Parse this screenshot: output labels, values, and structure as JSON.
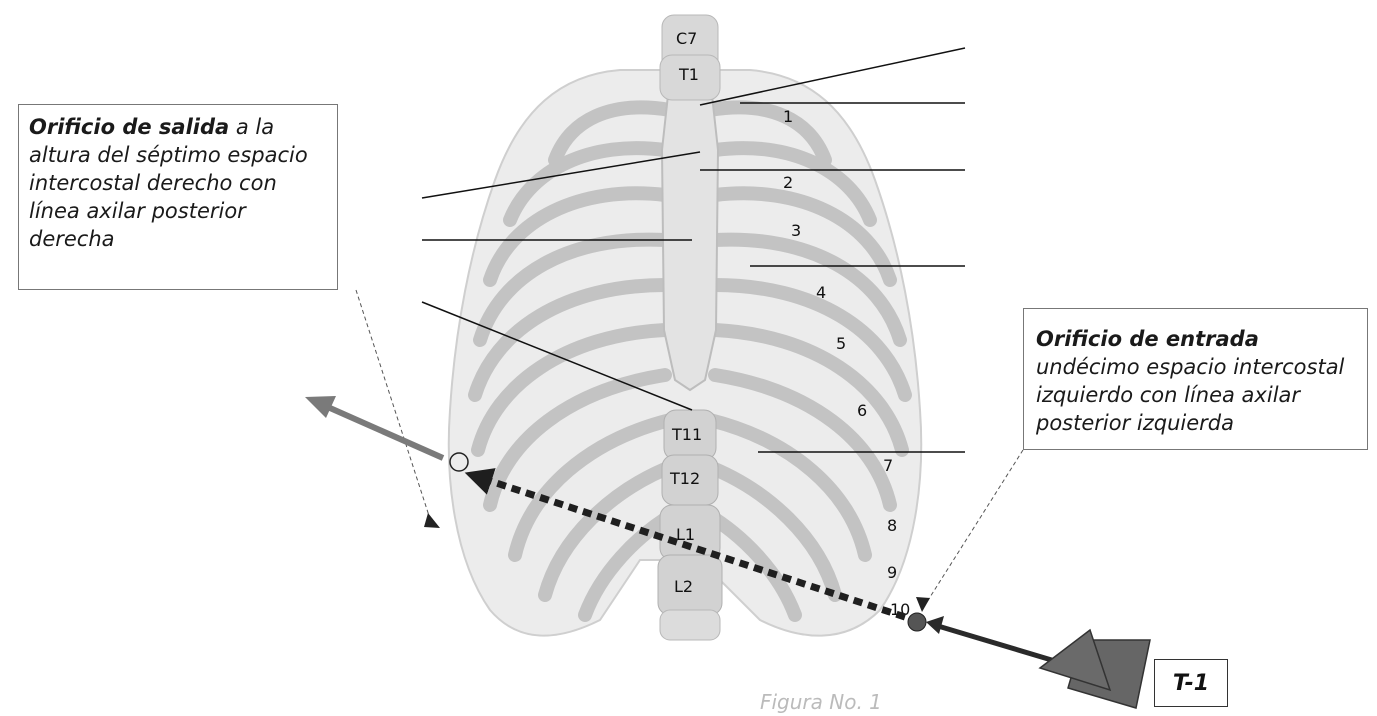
{
  "vertebrae": {
    "c7": "C7",
    "t1": "T1",
    "t11": "T11",
    "t12": "T12",
    "l1": "L1",
    "l2": "L2"
  },
  "ribs": [
    "1",
    "2",
    "3",
    "4",
    "5",
    "6",
    "7",
    "8",
    "9",
    "10"
  ],
  "exit_callout": {
    "bold": "Orificio de salida",
    "rest": " a la altura del séptimo espacio intercostal derecho con línea axilar posterior derecha"
  },
  "entry_callout": {
    "bold": "Orificio de entrada",
    "rest": "undécimo espacio intercostal izquierdo con línea axilar posterior izquierda"
  },
  "tag": "T-1",
  "figure_caption": "Figura No. 1",
  "colors": {
    "bone": "#d4d4d4",
    "bone_dark": "#a8a8a8",
    "arrow": "#6e6e6e",
    "dotted": "#2a2a2a"
  }
}
